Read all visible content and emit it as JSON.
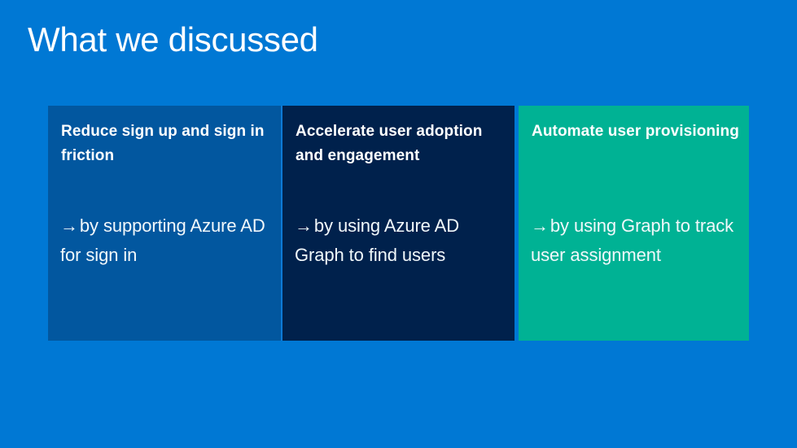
{
  "slide": {
    "title": "What we discussed",
    "background_color": "#0078d4",
    "title_color": "#ffffff"
  },
  "panels": [
    {
      "id": "reduce-friction",
      "heading": "Reduce sign up and sign in friction",
      "arrow": "→",
      "body": "by supporting Azure AD for sign in",
      "background_color": "#02579f",
      "text_color": "#ffffff"
    },
    {
      "id": "accelerate-adoption",
      "heading": "Accelerate user adoption and engagement",
      "arrow": "→",
      "body": "by using Azure AD Graph to find users",
      "background_color": "#00214c",
      "text_color": "#ffffff"
    },
    {
      "id": "automate-provisioning",
      "heading": "Automate user provisioning",
      "arrow": "→",
      "body": "by using Graph to track user assignment",
      "background_color": "#00b294",
      "text_color": "#ffffff"
    }
  ]
}
